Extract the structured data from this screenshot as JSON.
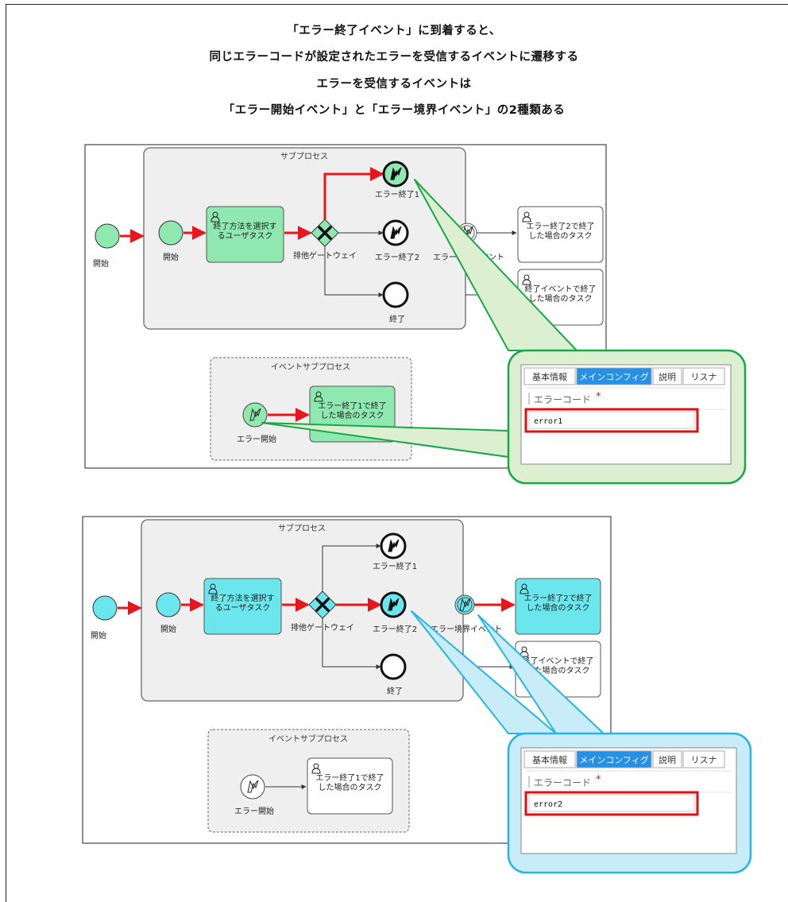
{
  "headings": [
    "「エラー終了イベント」に到着すると、",
    "同じエラーコードが設定されたエラーを受信するイベントに遷移する",
    "エラーを受信するイベントは",
    "「エラー開始イベント」と「エラー境界イベント」の2種類ある"
  ],
  "colors": {
    "flow_highlight": "#e8161c",
    "diagram1_active": "#8ee8b0",
    "diagram2_active": "#6be6ec",
    "callout1": "#18a84a",
    "callout1_fill": "#dcefd0",
    "callout2": "#28b4e4",
    "callout2_fill": "#c8ecf8",
    "tab_selected": "#2590e6",
    "error_box": "#e01010"
  },
  "diagrams": [
    {
      "subprocess_title": "サブプロセス",
      "event_subprocess_title": "イベントサブプロセス",
      "labels": {
        "start": "開始",
        "inner_start": "開始",
        "user_task": [
          "終了方法を選択す",
          "るユーザタスク"
        ],
        "gateway": "排他ゲートウェイ",
        "error_end_1": "エラー終了1",
        "error_end_2": "エラー終了2",
        "end": "終了",
        "boundary": "エラー境界イベント",
        "task_error2": [
          "エラー終了2で終了",
          "した場合のタスク"
        ],
        "task_end": [
          "終了イベントで終了",
          "した場合のタスク"
        ],
        "error_start": "エラー開始",
        "task_error1": [
          "エラー終了1で終了",
          "した場合のタスク"
        ]
      },
      "panel": {
        "tabs": [
          "基本情報",
          "メインコンフィグ",
          "説明",
          "リスナ"
        ],
        "selected_tab": "メインコンフィグ",
        "field_label": "エラーコード",
        "required_mark": "*",
        "value": "error1"
      }
    },
    {
      "subprocess_title": "サブプロセス",
      "event_subprocess_title": "イベントサブプロセス",
      "labels": {
        "start": "開始",
        "inner_start": "開始",
        "user_task": [
          "終了方法を選択す",
          "るユーザタスク"
        ],
        "gateway": "排他ゲートウェイ",
        "error_end_1": "エラー終了1",
        "error_end_2": "エラー終了2",
        "end": "終了",
        "boundary": "エラー境界イベント",
        "task_error2": [
          "エラー終了2で終了",
          "した場合のタスク"
        ],
        "task_end": [
          "終了イベントで終了",
          "した場合のタスク"
        ],
        "error_start": "エラー開始",
        "task_error1": [
          "エラー終了1で終了",
          "した場合のタスク"
        ]
      },
      "panel": {
        "tabs": [
          "基本情報",
          "メインコンフィグ",
          "説明",
          "リスナ"
        ],
        "selected_tab": "メインコンフィグ",
        "field_label": "エラーコード",
        "required_mark": "*",
        "value": "error2"
      }
    }
  ]
}
